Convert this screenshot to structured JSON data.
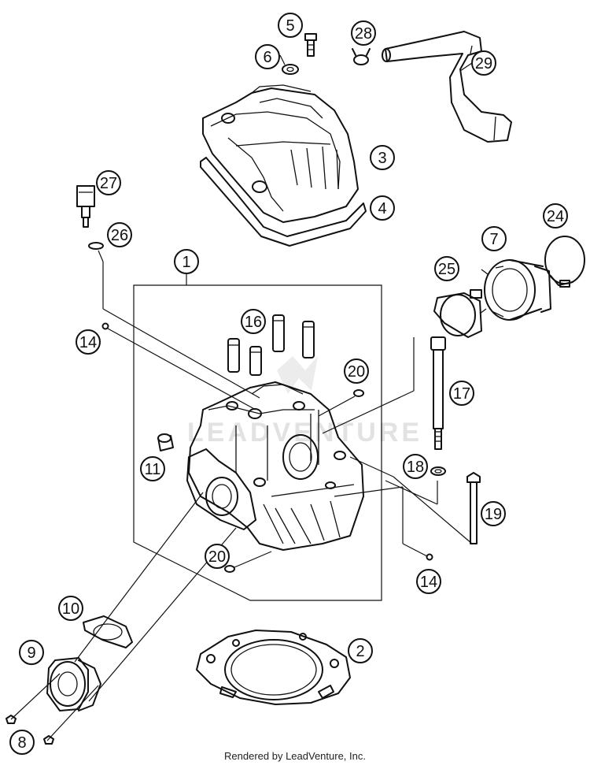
{
  "diagram": {
    "watermark_text": "LEADVENTURE",
    "footer_text": "Rendered by LeadVenture, Inc.",
    "callouts": [
      {
        "id": "1",
        "label": "1"
      },
      {
        "id": "2",
        "label": "2"
      },
      {
        "id": "3",
        "label": "3"
      },
      {
        "id": "4",
        "label": "4"
      },
      {
        "id": "5",
        "label": "5"
      },
      {
        "id": "6",
        "label": "6"
      },
      {
        "id": "7",
        "label": "7"
      },
      {
        "id": "8",
        "label": "8"
      },
      {
        "id": "9",
        "label": "9"
      },
      {
        "id": "10",
        "label": "10"
      },
      {
        "id": "11",
        "label": "11"
      },
      {
        "id": "14a",
        "label": "14"
      },
      {
        "id": "14b",
        "label": "14"
      },
      {
        "id": "16",
        "label": "16"
      },
      {
        "id": "17",
        "label": "17"
      },
      {
        "id": "18",
        "label": "18"
      },
      {
        "id": "19",
        "label": "19"
      },
      {
        "id": "20a",
        "label": "20"
      },
      {
        "id": "20b",
        "label": "20"
      },
      {
        "id": "24",
        "label": "24"
      },
      {
        "id": "25",
        "label": "25"
      },
      {
        "id": "26",
        "label": "26"
      },
      {
        "id": "27",
        "label": "27"
      },
      {
        "id": "28",
        "label": "28"
      },
      {
        "id": "29",
        "label": "29"
      }
    ]
  }
}
